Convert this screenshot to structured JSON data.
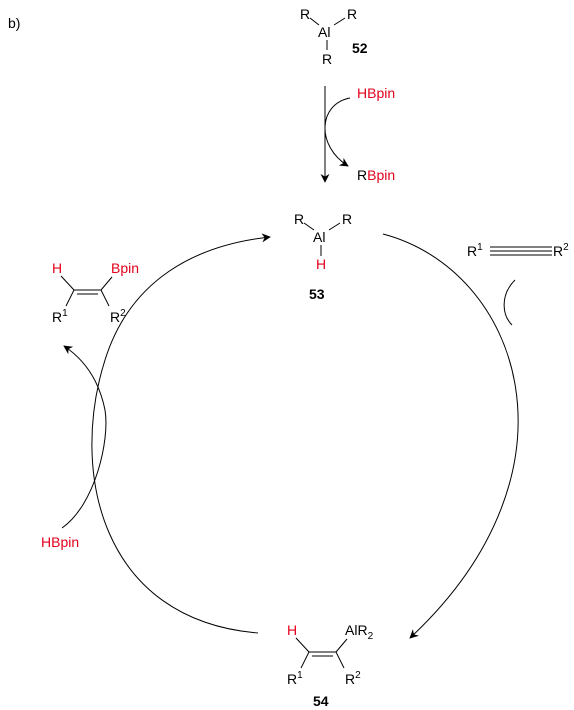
{
  "panel_label": "b)",
  "colors": {
    "ink": "#000000",
    "highlight": "#e3001b"
  },
  "compounds": {
    "c52": {
      "label": "52",
      "metal": "Al",
      "groups": [
        "R",
        "R",
        "R"
      ]
    },
    "c53": {
      "label": "53",
      "metal": "Al",
      "groups": [
        "R",
        "R"
      ],
      "hydride": "H"
    },
    "c54": {
      "label": "54",
      "h": "H",
      "alr_main": "AlR",
      "alr_sub": "2",
      "r1_main": "R",
      "r1_sup": "1",
      "r2_main": "R",
      "r2_sup": "2"
    },
    "product": {
      "h": "H",
      "bpin": "Bpin",
      "r1_main": "R",
      "r1_sup": "1",
      "r2_main": "R",
      "r2_sup": "2"
    },
    "alkyne": {
      "r1_main": "R",
      "r1_sup": "1",
      "r2_main": "R",
      "r2_sup": "2"
    }
  },
  "reagents": {
    "activation_in": "HBpin",
    "activation_out_r": "R",
    "activation_out_bpin": "Bpin",
    "cycle_in": "HBpin"
  }
}
